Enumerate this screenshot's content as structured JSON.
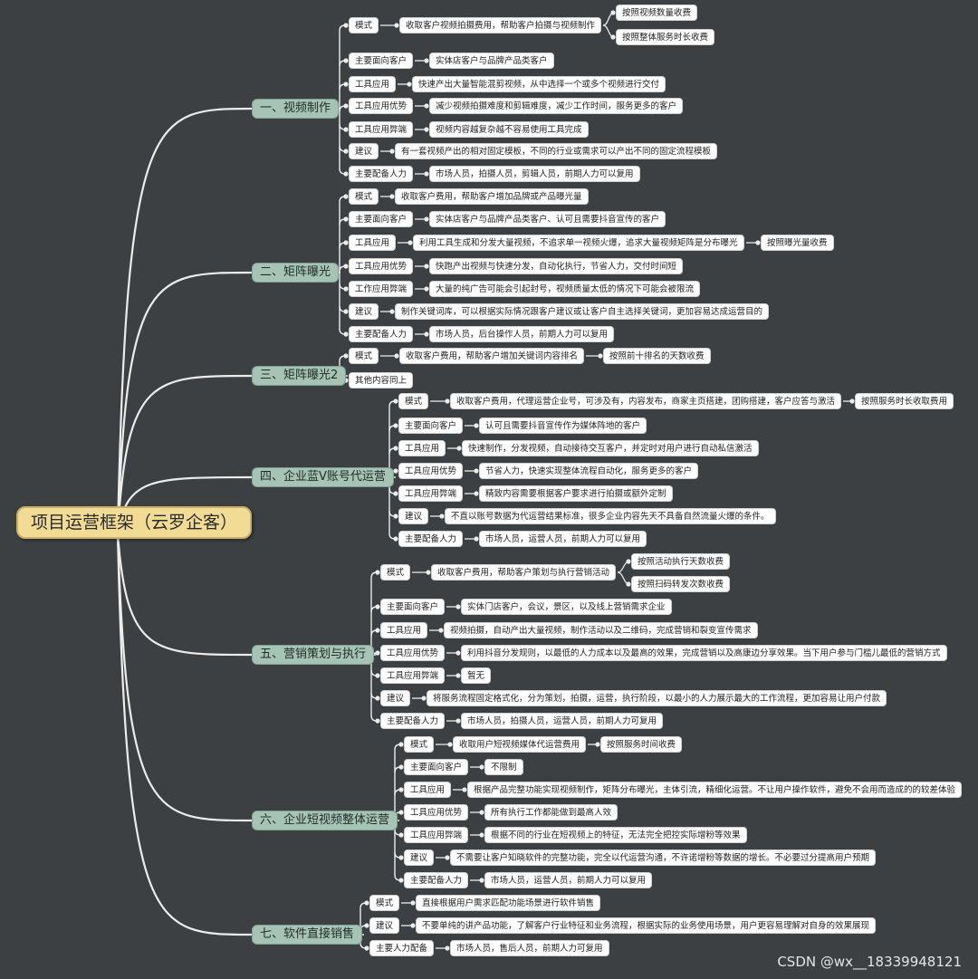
{
  "root": "项目运营框架（云罗企客）",
  "watermark": "CSDN @wx__18339948121",
  "colors": {
    "background": "#3c4043",
    "root": "#f2dc95",
    "branch": "#a6c3b5",
    "leaf": "#ffffff",
    "line": "#ececec"
  },
  "branches": [
    {
      "label": "一、视频制作",
      "children": [
        {
          "label": "模式",
          "children": [
            {
              "label": "收取客户视频拍摄费用，帮助客户拍摄与视频制作",
              "children": [
                {
                  "label": "按照视频数量收费"
                },
                {
                  "label": "按照整体服务时长收费"
                }
              ]
            }
          ]
        },
        {
          "label": "主要面向客户",
          "children": [
            {
              "label": "实体店客户与品牌产品类客户"
            }
          ]
        },
        {
          "label": "工具应用",
          "children": [
            {
              "label": "快速产出大量智能混剪视频，从中选择一个或多个视频进行交付"
            }
          ]
        },
        {
          "label": "工具应用优势",
          "children": [
            {
              "label": "减少视频拍摄难度和剪辑难度，减少工作时间，服务更多的客户"
            }
          ]
        },
        {
          "label": "工具应用弊端",
          "children": [
            {
              "label": "视频内容越复杂越不容易使用工具完成"
            }
          ]
        },
        {
          "label": "建议",
          "children": [
            {
              "label": "有一套视频产出的相对固定模板，不同的行业或需求可以产出不同的固定流程模板"
            }
          ]
        },
        {
          "label": "主要配备人力",
          "children": [
            {
              "label": "市场人员，拍摄人员，剪辑人员，前期人力可以复用"
            }
          ]
        }
      ]
    },
    {
      "label": "二、矩阵曝光",
      "children": [
        {
          "label": "模式",
          "children": [
            {
              "label": "收取客户费用，帮助客户增加品牌或产品曝光量"
            }
          ]
        },
        {
          "label": "主要面向客户",
          "children": [
            {
              "label": "实体店客户与品牌产品类客户、认可且需要抖音宣传的客户"
            }
          ]
        },
        {
          "label": "工具应用",
          "children": [
            {
              "label": "利用工具生成和分发大量视频，不追求单一视频火爆，追求大量视频矩阵是分布曝光",
              "children": [
                {
                  "label": "按照曝光量收费"
                }
              ]
            }
          ]
        },
        {
          "label": "工具应用优势",
          "children": [
            {
              "label": "快跑产出视频与快速分发，自动化执行，节省人力，交付时间短"
            }
          ]
        },
        {
          "label": "工作应用弊端",
          "children": [
            {
              "label": "大量的纯广告可能会引起封号，视频质量太低的情况下可能会被限流"
            }
          ]
        },
        {
          "label": "建议",
          "children": [
            {
              "label": "制作关键词库，可以根据实际情况跟客户建议或让客户自主选择关键词，更加容易达成运营目的"
            }
          ]
        },
        {
          "label": "主要配备人力",
          "children": [
            {
              "label": "市场人员，后台操作人员，前期人力可以复用"
            }
          ]
        }
      ]
    },
    {
      "label": "三、矩阵曝光2",
      "children": [
        {
          "label": "模式",
          "children": [
            {
              "label": "收取客户费用，帮助客户增加关键词内容排名",
              "children": [
                {
                  "label": "按照前十排名的天数收费"
                }
              ]
            }
          ]
        },
        {
          "label": "其他内容同上"
        }
      ]
    },
    {
      "label": "四、企业蓝V账号代运营",
      "children": [
        {
          "label": "模式",
          "children": [
            {
              "label": "收取客户费用，代理运营企业号，可涉及有，内容发布，商家主页搭建，团购搭建，客户应答与激活",
              "children": [
                {
                  "label": "按照服务时长收取费用"
                }
              ]
            }
          ]
        },
        {
          "label": "主要面向客户",
          "children": [
            {
              "label": "认可且需要抖音宣传作为媒体阵地的客户"
            }
          ]
        },
        {
          "label": "工具应用",
          "children": [
            {
              "label": "快速制作，分发视频，自动接待交互客户，并定时对用户进行自动私信激活"
            }
          ]
        },
        {
          "label": "工具应用优势",
          "children": [
            {
              "label": "节省人力，快速实现整体流程自动化，服务更多的客户"
            }
          ]
        },
        {
          "label": "工具应用弊端",
          "children": [
            {
              "label": "精致内容需要根据客户要求进行拍摄或额外定制"
            }
          ]
        },
        {
          "label": "建议",
          "children": [
            {
              "label": "不直以账号数据为代运营结果标准，很多企业内容先天不具备自然流量火爆的条件。"
            }
          ]
        },
        {
          "label": "主要配备人力",
          "children": [
            {
              "label": "市场人员，运营人员，前期人力可以复用"
            }
          ]
        }
      ]
    },
    {
      "label": "五、营销策划与执行",
      "children": [
        {
          "label": "模式",
          "children": [
            {
              "label": "收取客户费用，帮助客户策划与执行营销活动",
              "children": [
                {
                  "label": "按照活动执行天数收费"
                },
                {
                  "label": "按照扫码转发次数收费"
                }
              ]
            }
          ]
        },
        {
          "label": "主要面向客户",
          "children": [
            {
              "label": "实体门店客户，会议，景区，以及线上营销需求企业"
            }
          ]
        },
        {
          "label": "工具应用",
          "children": [
            {
              "label": "视频拍摄，自动产出大量视频，制作活动以及二维码，完成营销和裂变宣传需求"
            }
          ]
        },
        {
          "label": "工具应用优势",
          "children": [
            {
              "label": "利用抖音分发规则，以最低的人力成本以及最高的效果，完成营销以及高康边分享效果。当下用户参与门槛儿最低的营销方式"
            }
          ]
        },
        {
          "label": "工具应用弊端",
          "children": [
            {
              "label": "暂无"
            }
          ]
        },
        {
          "label": "建议",
          "children": [
            {
              "label": "将服务流程固定格式化，分为策划，拍摄，运营，执行阶段，以最小的人力展示最大的工作流程，更加容易让用户付款"
            }
          ]
        },
        {
          "label": "主要配备人力",
          "children": [
            {
              "label": "市场人员，拍摄人员，运营人员，前期人力可复用"
            }
          ]
        }
      ]
    },
    {
      "label": "六、企业短视频整体运营",
      "children": [
        {
          "label": "模式",
          "children": [
            {
              "label": "收取用户短视频媒体代运营费用",
              "children": [
                {
                  "label": "按照服务时间收费"
                }
              ]
            }
          ]
        },
        {
          "label": "主要面向客户",
          "children": [
            {
              "label": "不限制"
            }
          ]
        },
        {
          "label": "工具应用",
          "children": [
            {
              "label": "根据产品完整功能实现视频制作，矩阵分布曝光，主体引流，精细化运营。不让用户操作软件，避免不会用而造成的的较差体验"
            }
          ]
        },
        {
          "label": "工具应用优势",
          "children": [
            {
              "label": "所有执行工作都能做到最高人效"
            }
          ]
        },
        {
          "label": "工具应用弊端",
          "children": [
            {
              "label": "根据不同的行业在短视频上的特征，无法完全把控实际增粉等效果"
            }
          ]
        },
        {
          "label": "建议",
          "children": [
            {
              "label": "不需要让客户知晓软件的完整功能，完全以代运营沟通，不许诺增粉等数据的增长。不必要过分提高用户预期"
            }
          ]
        },
        {
          "label": "主要配备人力",
          "children": [
            {
              "label": "市场人员，运营人员，前期人力可以复用"
            }
          ]
        }
      ]
    },
    {
      "label": "七、软件直接销售",
      "children": [
        {
          "label": "模式",
          "children": [
            {
              "label": "直接根据用户需求匹配功能场景进行软件销售"
            }
          ]
        },
        {
          "label": "建议",
          "children": [
            {
              "label": "不要单纯的讲产品功能，了解客户行业特征和业务流程，根据实际的业务使用场景，用户更容易理解对自身的效果展现"
            }
          ]
        },
        {
          "label": "主要人力配备",
          "children": [
            {
              "label": "市场人员，售后人员，前期人力可复用"
            }
          ]
        }
      ]
    }
  ]
}
